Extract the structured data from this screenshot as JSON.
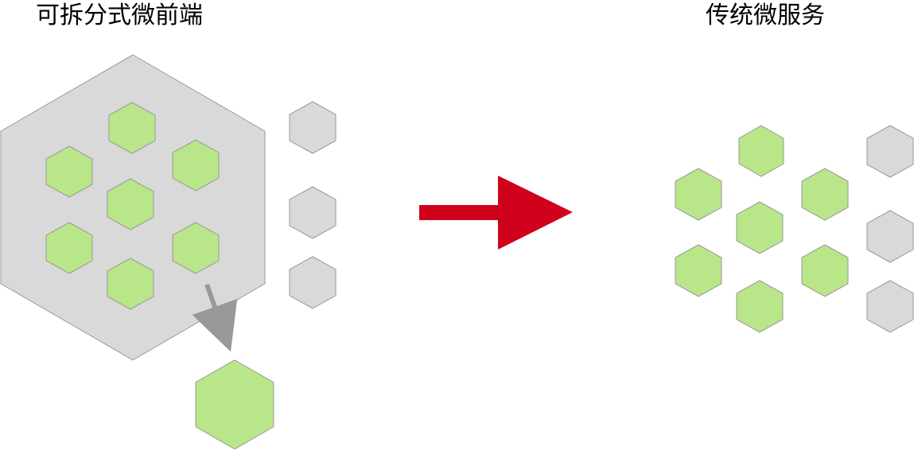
{
  "titles": {
    "left": "可拆分式微前端",
    "right": "传统微服务"
  },
  "colors": {
    "container_fill": "#d9d9d9",
    "service_green": "#b9e689",
    "service_gray": "#d9d9d9",
    "border": "#999999",
    "main_arrow": "#d0021b",
    "extract_arrow": "#999999"
  },
  "diagram": {
    "left_container_services": 7,
    "left_outside_services": 3,
    "extracted_services": 1,
    "right_green_services": 7,
    "right_gray_services": 3
  }
}
